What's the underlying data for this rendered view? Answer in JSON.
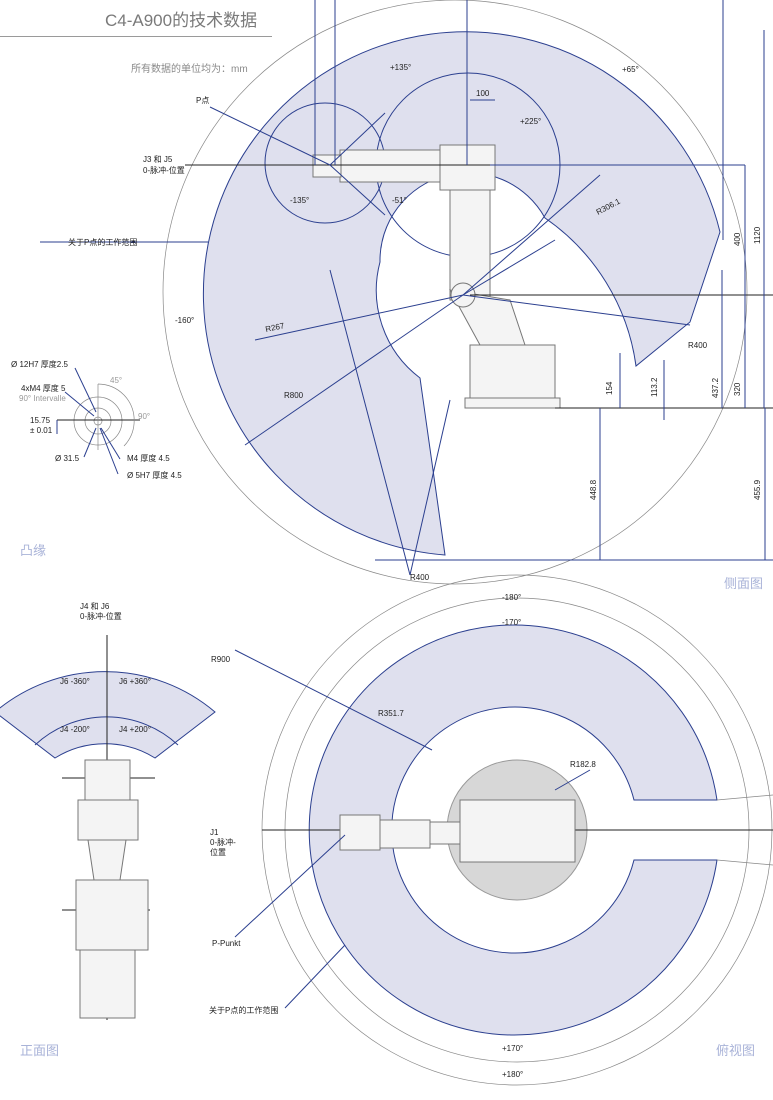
{
  "title": "C4-A900的技术数据",
  "units_note": "所有数据的单位均为：mm",
  "sections": {
    "flange": "凸缘",
    "side_view": "侧面图",
    "front_view": "正面图",
    "top_view": "俯视图"
  },
  "colors": {
    "accent": "#2b3f8f",
    "shade": "#dfe0ee",
    "section_label": "#a9b3d8"
  },
  "side_view": {
    "p_point": "P点",
    "j3_j5_line1": "J3 和 J5",
    "j3_j5_line2": "0-脉冲-位置",
    "work_range": "关于P点的工作范围",
    "angles": {
      "j3_plus": "+135°",
      "j1_plus": "+65°",
      "j5_plus": "+225°",
      "j3_minus": "-135°",
      "j5_minus": "-51°",
      "j2_minus": "-160°"
    },
    "dims": {
      "d100": "100",
      "r306": "R306.1",
      "r267": "R267",
      "r800": "R800",
      "r400_a": "R400",
      "r400_b": "R400",
      "d400": "400",
      "d1120": "1120",
      "d154": "154",
      "d113": "113.2",
      "d437": "437.2",
      "d320": "320",
      "d448": "448.8",
      "d455": "455.9"
    }
  },
  "flange": {
    "hole_12h7": "Ø 12H7 厚度2.5",
    "m4x4": "4xM4 厚度 5",
    "interval": "90° Intervalle",
    "offset": "15.75",
    "tolerance": "± 0.01",
    "dia_31": "Ø 31.5",
    "m4": "M4 厚度 4.5",
    "hole_5h7": "Ø 5H7 厚度 4.5",
    "a45": "45°",
    "a90": "90°"
  },
  "front_view": {
    "j4_j6_line1": "J4 和 J6",
    "j4_j6_line2": "0-脉冲-位置",
    "j6_minus": "J6 -360°",
    "j6_plus": "J6 +360°",
    "j4_minus": "J4 -200°",
    "j4_plus": "J4 +200°"
  },
  "top_view": {
    "r900": "R900",
    "r351": "R351.7",
    "r182": "R182.8",
    "j1_line1": "J1",
    "j1_line2": "0-脉冲-",
    "j1_line3": "位置",
    "p_punkt": "P-Punkt",
    "work_range": "关于P点的工作范围",
    "a_m180": "-180°",
    "a_m170": "-170°",
    "a_p170": "+170°",
    "a_p180": "+180°"
  }
}
